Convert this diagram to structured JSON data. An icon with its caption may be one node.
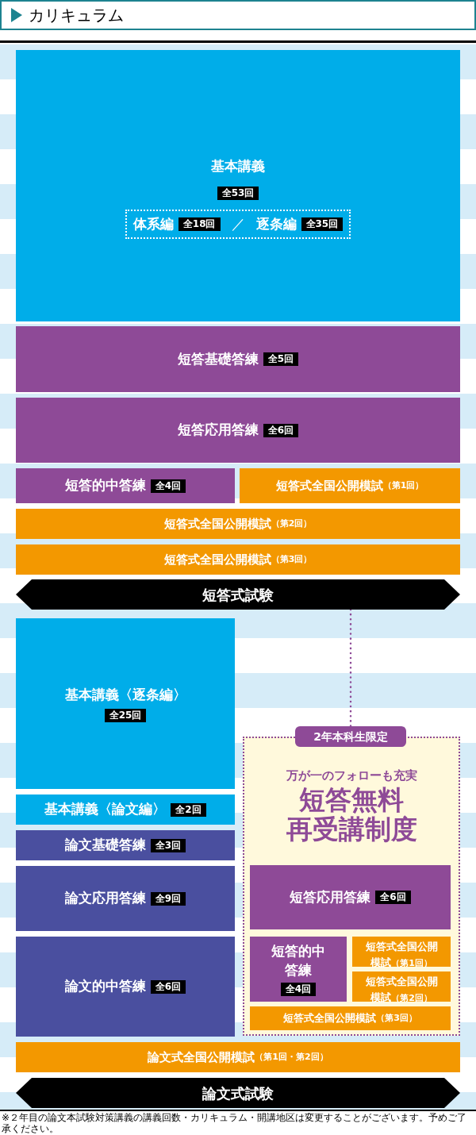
{
  "diagram": {
    "title": "カリキュラム",
    "nodes": [
      {
        "text": [
          "基本講義",
          "全53回"
        ]
      },
      {
        "text": [
          "体系編",
          "全18回",
          "／",
          "逐条編",
          "全35回"
        ],
        "in": 0
      },
      {
        "text": [
          "短答基礎答練",
          "全5回"
        ]
      },
      {
        "text": [
          "短答応用答練",
          "全6回"
        ]
      },
      {
        "text": [
          "短答的中答練",
          "全4回"
        ]
      },
      {
        "text": [
          "短答式全国公開模試",
          "（第1回）"
        ]
      },
      {
        "text": [
          "短答式全国公開模試",
          "（第2回）"
        ]
      },
      {
        "text": [
          "短答式全国公開模試",
          "（第3回）"
        ]
      },
      {
        "text": [
          "短答式試験"
        ]
      },
      {
        "text": [
          "基本講義〈逐条編〉",
          "全25回"
        ]
      },
      {
        "text": [
          "基本講義〈論文編〉",
          "全2回"
        ]
      },
      {
        "text": [
          "論文基礎答練",
          "全3回"
        ]
      },
      {
        "text": [
          "論文応用答練",
          "全9回"
        ]
      },
      {
        "text": [
          "論文的中答練",
          "全6回"
        ]
      },
      {
        "text": [
          "2年本科生限定"
        ]
      },
      {
        "text": [
          "万が一のフォローも充実",
          "短答無料",
          "再受講制度"
        ]
      },
      {
        "text": [
          "短答応用答練",
          "全6回"
        ],
        "in": 15
      },
      {
        "text": [
          "短答的中答練",
          "全4回"
        ],
        "in": 15
      },
      {
        "text": [
          "短答式全国公開模試",
          "（第1回）"
        ],
        "in": 15
      },
      {
        "text": [
          "短答式全国公開模試",
          "（第2回）"
        ],
        "in": 15
      },
      {
        "text": [
          "短答式全国公開模試",
          "（第3回）"
        ],
        "in": 15
      },
      {
        "text": [
          "論文式全国公開模試",
          "（第1回・第2回）"
        ]
      },
      {
        "text": [
          "論文式試験"
        ]
      }
    ],
    "edges": [
      {
        "from": 8,
        "to": 14,
        "arrow": "none",
        "style": "dashed"
      }
    ],
    "labels": [
      "※２年目の論文本試験対策講義の講義回数・カリキュラム・開講地区は変更することがございます。予めご了承ください。"
    ]
  }
}
